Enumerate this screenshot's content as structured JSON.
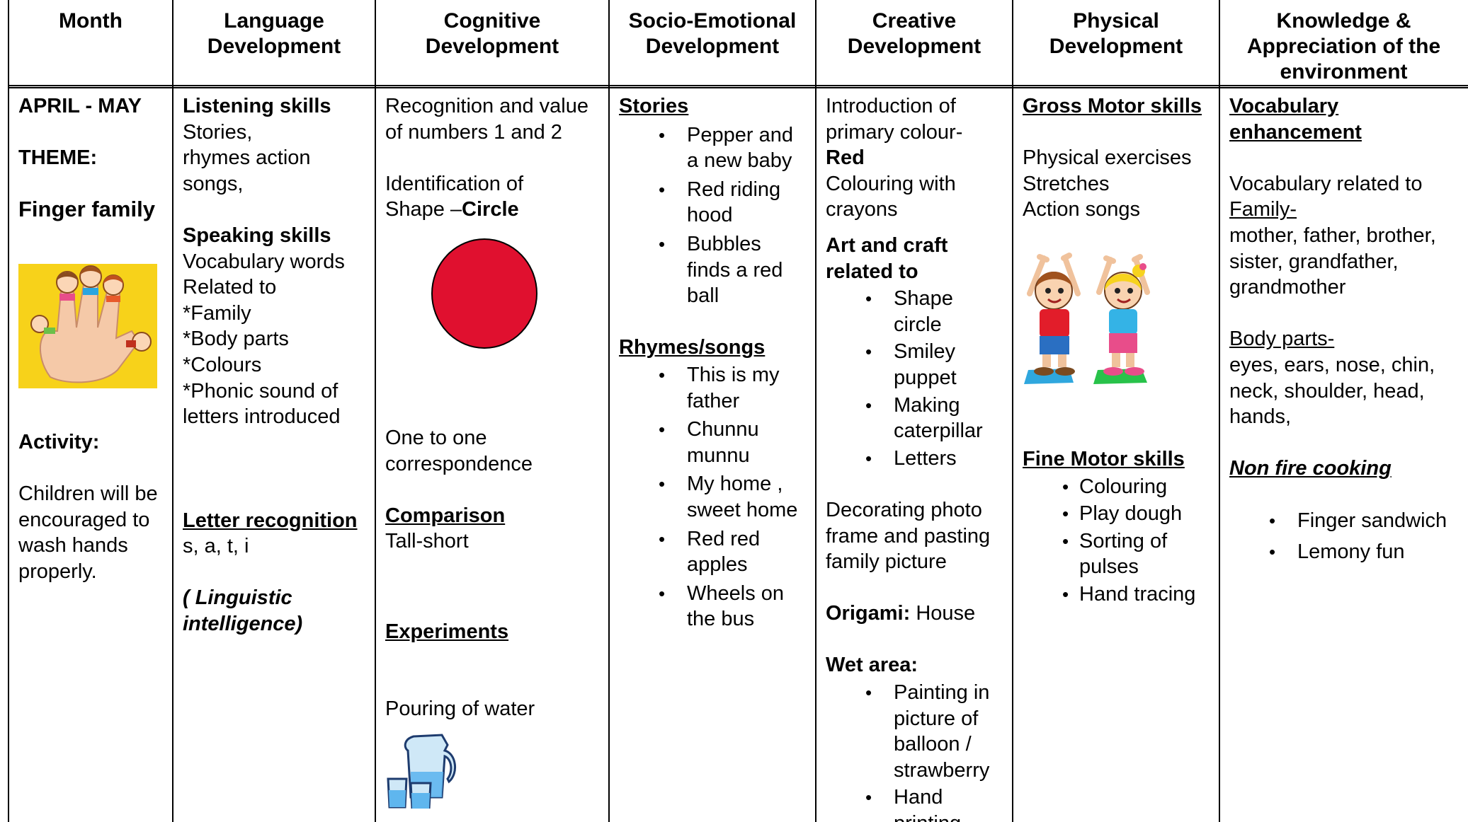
{
  "headers": [
    "Month",
    "Language Development",
    "Cognitive Development",
    "Socio-Emotional Development",
    "Creative Development",
    "Physical Development",
    "Knowledge & Appreciation of the environment"
  ],
  "month": {
    "period": "APRIL - MAY",
    "theme_label": "THEME:",
    "theme": "Finger family",
    "activity_label": "Activity:",
    "activity_text": "Children will be encouraged to wash hands properly."
  },
  "language": {
    "listening_title": "Listening skills",
    "listening_text": "Stories, rhymes action songs,",
    "speaking_title": "Speaking skills",
    "speaking_lines": [
      "Vocabulary words",
      "Related to",
      "*Family",
      "*Body parts",
      "*Colours",
      "*Phonic sound of letters introduced"
    ],
    "letter_title": "Letter recognition",
    "letters": "s, a, t, i",
    "intelligence": "( Linguistic intelligence)"
  },
  "cognitive": {
    "numbers": "Recognition and value of numbers 1 and 2",
    "shape_intro": "Identification of Shape –",
    "shape_name": "Circle",
    "circle_color": "#e0102f",
    "one_to_one": "One to one correspondence",
    "comparison_title": "Comparison",
    "comparison_text": "Tall-short",
    "experiments_title": "Experiments",
    "experiments_text": "Pouring of water"
  },
  "socio": {
    "stories_title": "Stories",
    "stories": [
      "Pepper and a new baby",
      "Red riding hood",
      "Bubbles finds a red ball"
    ],
    "rhymes_title": "Rhymes/songs",
    "rhymes": [
      "This is my father",
      "Chunnu munnu",
      "My home , sweet home",
      "Red red apples",
      "Wheels on the bus"
    ]
  },
  "creative": {
    "colour_intro": "Introduction of primary colour-",
    "colour_name": "Red",
    "colouring": "Colouring with crayons",
    "art_title": "Art and craft related to",
    "art_items": [
      "Shape circle",
      "Smiley puppet",
      "Making caterpillar",
      "Letters"
    ],
    "decorating": "Decorating photo frame and pasting family picture",
    "origami_label": "Origami:",
    "origami_value": "House",
    "wet_title": "Wet area:",
    "wet_items": [
      "Painting in picture of balloon / strawberry",
      "Hand printing"
    ]
  },
  "physical": {
    "gross_title": "Gross Motor skills",
    "gross_lines": [
      "Physical exercises",
      "Stretches",
      "Action songs"
    ],
    "fine_title": "Fine Motor skills",
    "fine_items": [
      "Colouring",
      "Play dough",
      "Sorting of pulses",
      "Hand tracing"
    ]
  },
  "knowledge": {
    "vocab_title": "Vocabulary enhancement",
    "vocab_intro": "Vocabulary related to",
    "family_label": "Family-",
    "family_words": "mother, father, brother, sister, grandfather, grandmother",
    "body_label": "Body parts-",
    "body_words": "eyes, ears, nose, chin, neck, shoulder, head, hands,",
    "cooking_title": "Non fire cooking",
    "cooking_items": [
      "Finger sandwich",
      "Lemony fun"
    ]
  },
  "colors": {
    "border": "#000000",
    "finger_bg": "#f7d21a",
    "mat_blue": "#2fa7de",
    "mat_green": "#28c24a"
  }
}
